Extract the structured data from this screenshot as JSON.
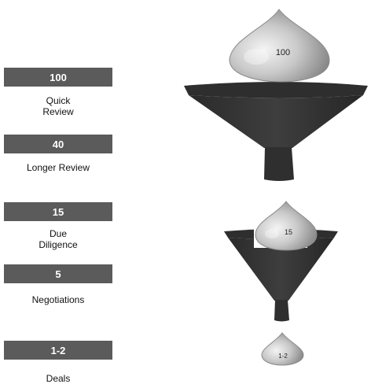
{
  "stages": [
    {
      "value": "100",
      "label": "Quick\nReview"
    },
    {
      "value": "40",
      "label": "Longer Review"
    },
    {
      "value": "15",
      "label": "Due\nDiligence"
    },
    {
      "value": "5",
      "label": "Negotiations"
    },
    {
      "value": "1-2",
      "label": "Deals"
    }
  ],
  "drops": [
    {
      "value": "100"
    },
    {
      "value": "15"
    },
    {
      "value": "1-2"
    }
  ],
  "colors": {
    "box": "#5b5b5b",
    "funnel": "#343434",
    "drop": "#b8b8b8"
  }
}
